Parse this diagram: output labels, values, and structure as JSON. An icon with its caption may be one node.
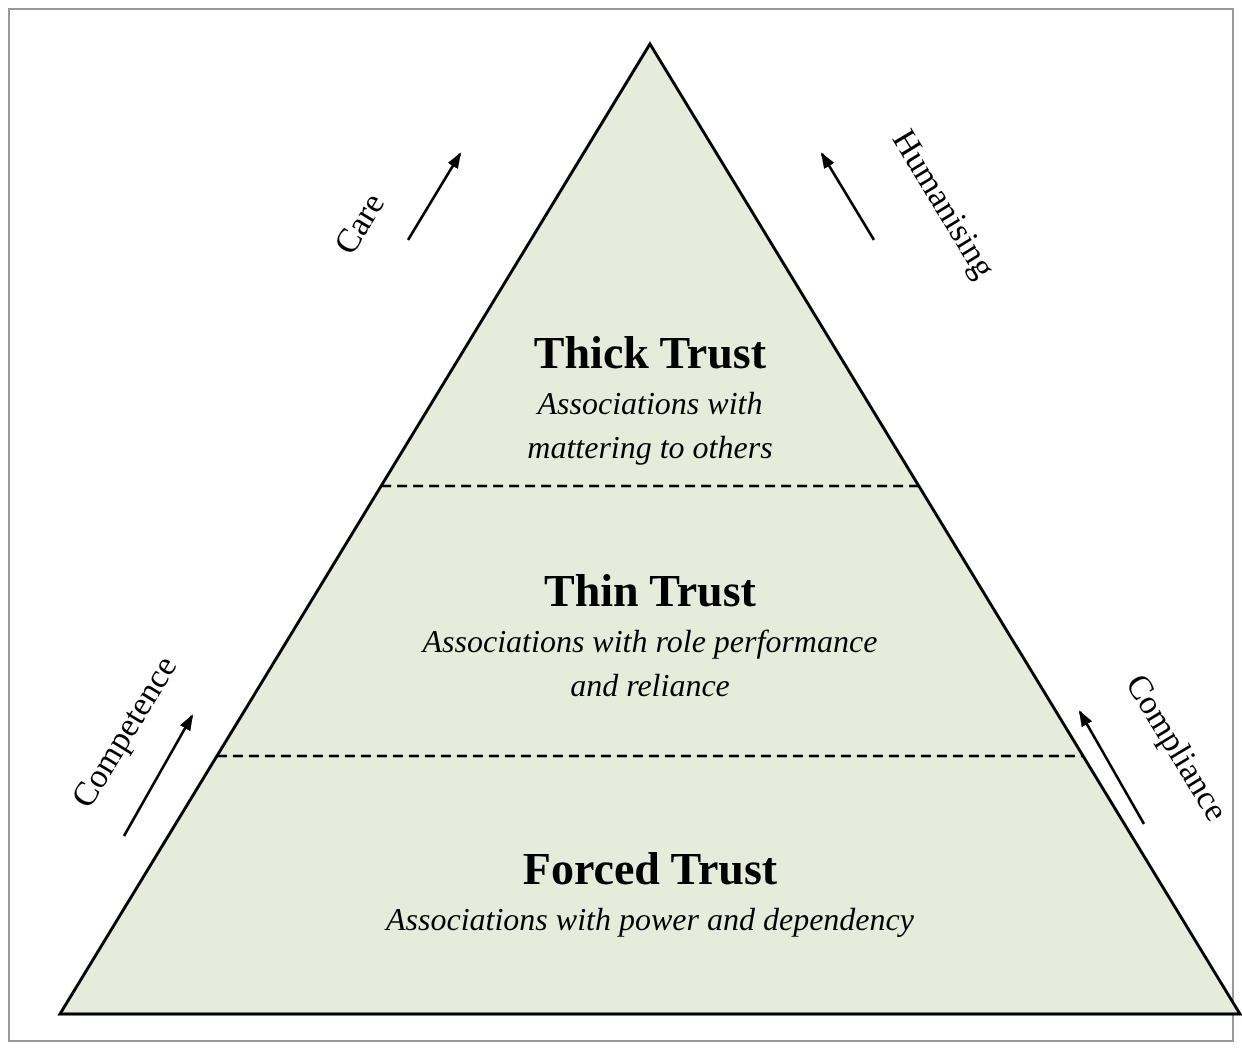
{
  "diagram": {
    "nodes": [
      {
        "text": [
          "Thick Trust",
          "Associations with mattering to others"
        ]
      },
      {
        "text": [
          "Thin Trust",
          "Associations with role performance and reliance"
        ]
      },
      {
        "text": [
          "Forced Trust",
          "Associations with power and dependency"
        ]
      }
    ],
    "labels": [
      "Care",
      "Humanising",
      "Competence",
      "Compliance"
    ]
  }
}
